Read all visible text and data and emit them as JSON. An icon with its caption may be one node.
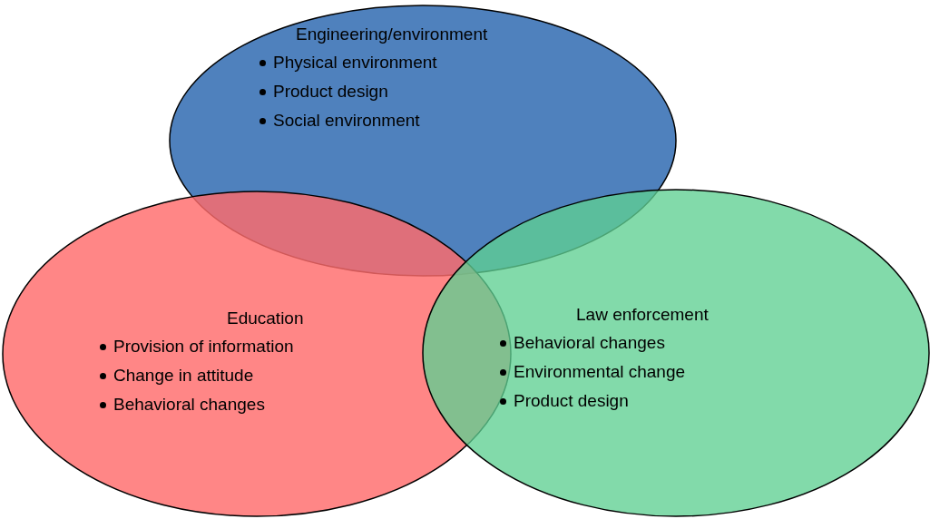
{
  "diagram": {
    "nodes": [
      {
        "text": [
          "Engineering/environment",
          "Physical environment",
          "Product design",
          "Social environment"
        ]
      },
      {
        "text": [
          "Education",
          "Provision of information",
          "Change in attitude",
          "Behavioral changes"
        ]
      },
      {
        "text": [
          "Law enforcement",
          "Behavioral changes",
          "Environmental change",
          "Product design"
        ]
      }
    ]
  }
}
